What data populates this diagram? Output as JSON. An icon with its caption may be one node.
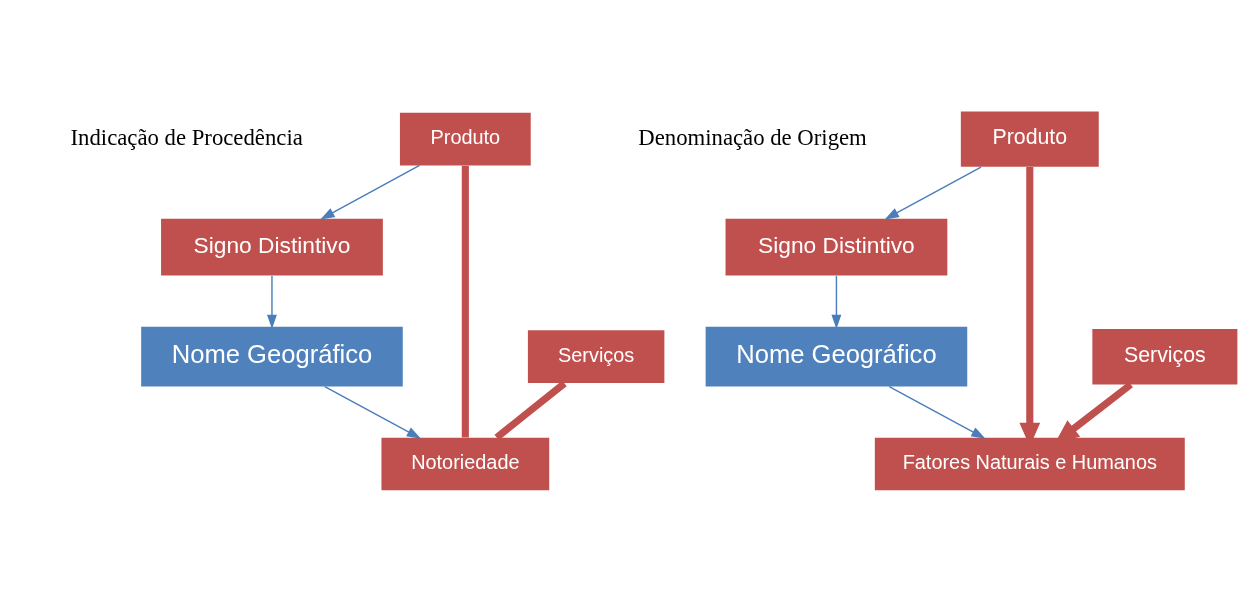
{
  "diagram": {
    "nodes": [
      {
        "text": [
          "Signo Distintivo"
        ]
      },
      {
        "text": [
          "Nome Geográfico"
        ]
      },
      {
        "text": [
          "Produto"
        ]
      },
      {
        "text": [
          "Serviços"
        ]
      },
      {
        "text": [
          "Notoriedade"
        ]
      },
      {
        "text": [
          "Signo Distintivo"
        ]
      },
      {
        "text": [
          "Nome Geográfico"
        ]
      },
      {
        "text": [
          "Produto"
        ]
      },
      {
        "text": [
          "Serviços"
        ]
      },
      {
        "text": [
          "Fatores Naturais e Humanos"
        ]
      }
    ],
    "edges": [
      {
        "from": 0,
        "to": 1,
        "arrow": "to"
      },
      {
        "from": 1,
        "to": 4,
        "arrow": "to"
      },
      {
        "from": 2,
        "to": 0,
        "arrow": "to"
      },
      {
        "from": 2,
        "to": 4,
        "arrow": "none",
        "style": "thick",
        "color": "#c0504d"
      },
      {
        "from": 3,
        "to": 4,
        "arrow": "none",
        "style": "thick",
        "color": "#c0504d"
      },
      {
        "from": 5,
        "to": 6,
        "arrow": "to"
      },
      {
        "from": 6,
        "to": 9,
        "arrow": "to"
      },
      {
        "from": 7,
        "to": 5,
        "arrow": "to"
      },
      {
        "from": 7,
        "to": 9,
        "arrow": "to",
        "style": "thick",
        "color": "#c0504d"
      },
      {
        "from": 8,
        "to": 9,
        "arrow": "to",
        "style": "thick",
        "color": "#c0504d"
      }
    ],
    "labels": [
      "Indicação de Procedência",
      "Denominação de Origem"
    ]
  }
}
